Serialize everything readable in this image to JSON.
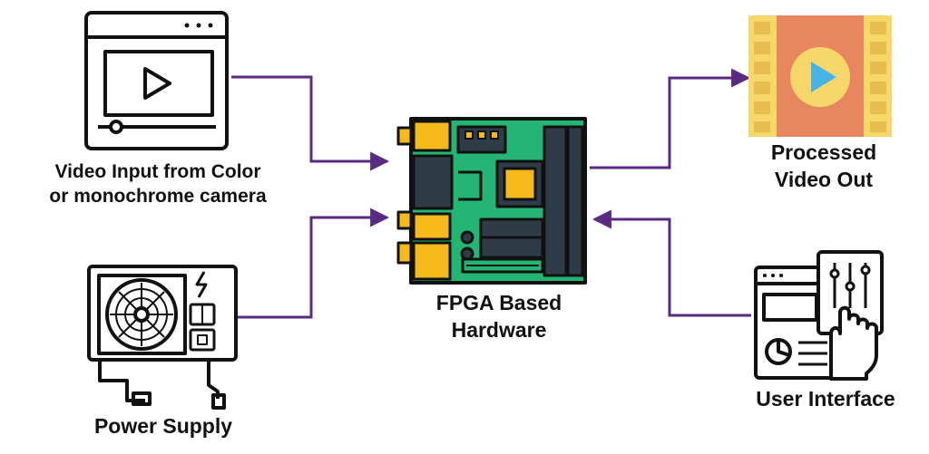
{
  "nodes": {
    "video_input": {
      "label_line1": "Video Input from Color",
      "label_line2": "or monochrome camera",
      "icon": "video-player-icon"
    },
    "power_supply": {
      "label": "Power Supply",
      "icon": "power-supply-icon"
    },
    "fpga": {
      "label_line1": "FPGA Based",
      "label_line2": "Hardware",
      "icon": "circuit-board-icon"
    },
    "video_out": {
      "label_line1": "Processed",
      "label_line2": "Video Out",
      "icon": "film-play-icon"
    },
    "user_interface": {
      "label": "User Interface",
      "icon": "touch-panel-icon"
    }
  },
  "colors": {
    "connector": "#5b2a82",
    "board_green": "#22b573",
    "board_dark": "#2e3c47",
    "gold": "#f6b91a",
    "film_orange": "#e7875f",
    "film_yellow": "#f7d66a",
    "play_blue": "#47b4e8"
  }
}
